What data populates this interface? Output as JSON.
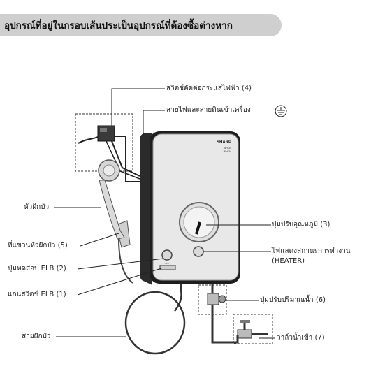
{
  "header": {
    "title": "อุปกรณ์ที่อยู่ในกรอบเส้นประเป็นอุปกรณ์ที่ต้องซื้อต่างหาก"
  },
  "device": {
    "brand": "SHARP",
    "model_line1": "WH-34",
    "model_line2": "WM-34",
    "button_caption": "TEST"
  },
  "labels": {
    "breaker_switch": "สวิตช์ตัดต่อกระแสไฟฟ้า (4)",
    "ground_wire": "สายไฟและสายดินเข้าเครื่อง",
    "shower_head": "หัวฝักบัว",
    "temp_knob": "ปุ่มปรับอุณหภูมิ (3)",
    "holder": "ที่แขวนหัวฝักบัว (5)",
    "heater_lamp_line1": "ไฟแสดงสถานะการทำงาน",
    "heater_lamp_line2": "(HEATER)",
    "elb_test": "ปุ่มทดสอบ ELB (2)",
    "elb_lever": "แกนสวิตช์ ELB (1)",
    "flow_knob": "ปุ่มปรับปริมาณน้ำ (6)",
    "hose": "สายฝักบัว",
    "inlet_valve": "วาล์วน้ำเข้า (7)"
  },
  "colors": {
    "banner": "#cfcfcf",
    "body_light": "#e8e8e8",
    "body_dark": "#2b2b2b",
    "line": "#222222"
  }
}
